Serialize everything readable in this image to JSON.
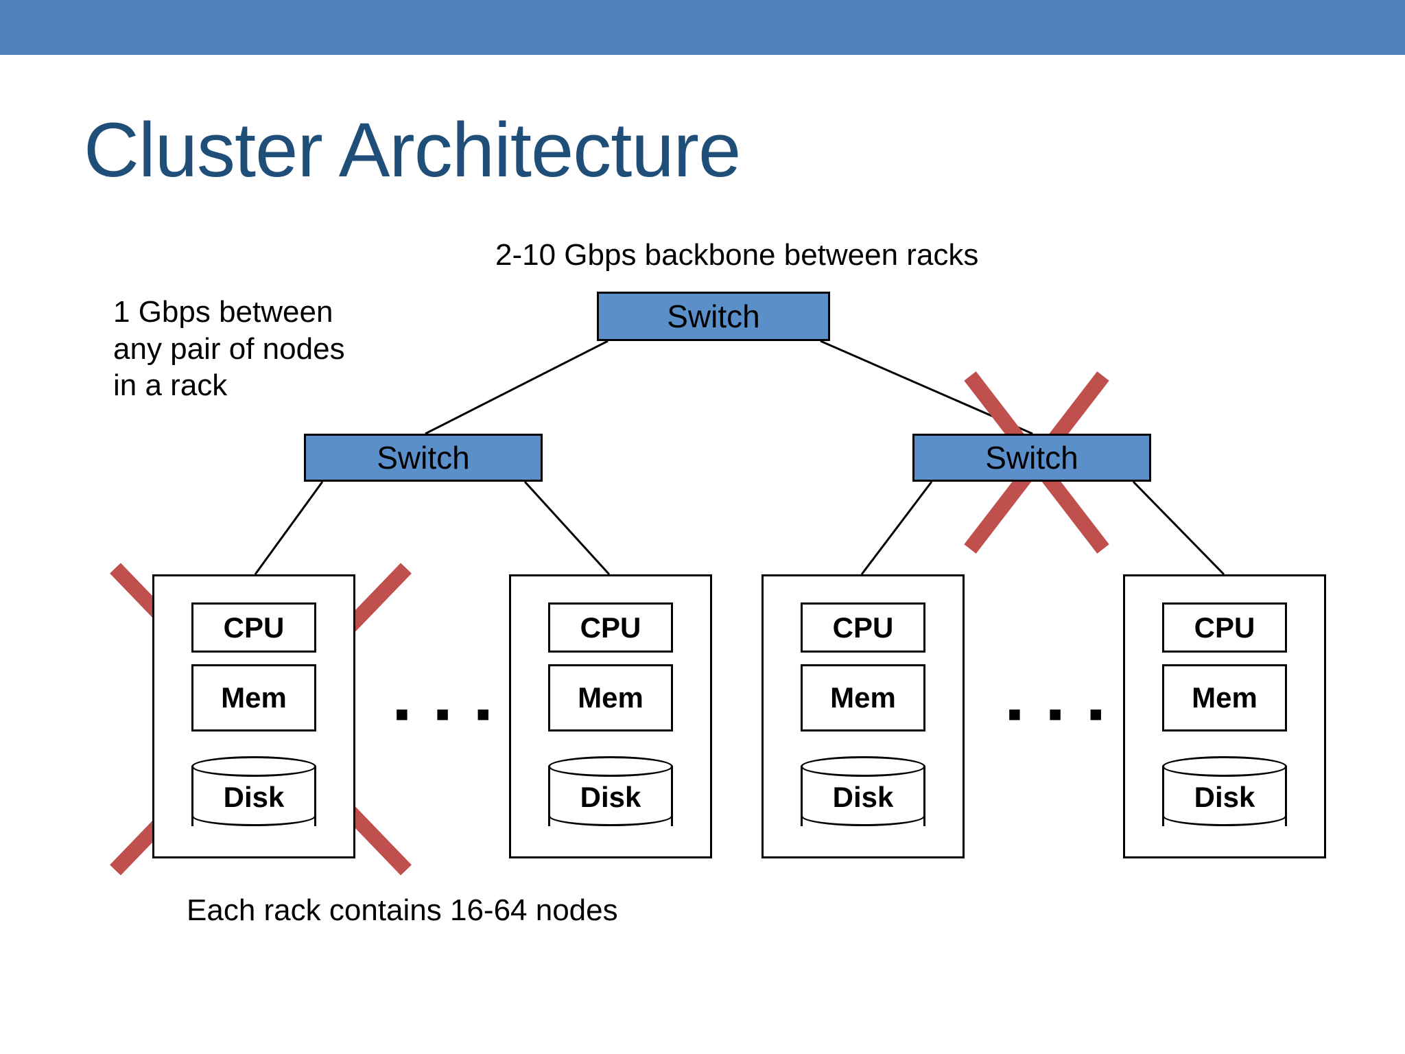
{
  "slide": {
    "title": "Cluster Architecture",
    "header_bar_color": "#4F81BD",
    "title_color": "#1F4E79",
    "background_color": "#FFFFFF"
  },
  "captions": {
    "backbone": "2-10 Gbps backbone between racks",
    "rack_bandwidth": "1 Gbps between\nany pair of nodes\nin a rack",
    "rack_count": "Each rack contains 16-64 nodes"
  },
  "switches": {
    "fill_color": "#5B8FC9",
    "border_color": "#000000",
    "root": {
      "label": "Switch",
      "crossed_out": false
    },
    "rack_1": {
      "label": "Switch",
      "crossed_out": false
    },
    "rack_2": {
      "label": "Switch",
      "crossed_out": true
    }
  },
  "nodes": [
    {
      "id": "node-1",
      "cpu": "CPU",
      "mem": "Mem",
      "disk": "Disk",
      "rack": 1,
      "crossed_out": true
    },
    {
      "id": "node-2",
      "cpu": "CPU",
      "mem": "Mem",
      "disk": "Disk",
      "rack": 1,
      "crossed_out": false
    },
    {
      "id": "node-3",
      "cpu": "CPU",
      "mem": "Mem",
      "disk": "Disk",
      "rack": 2,
      "crossed_out": false
    },
    {
      "id": "node-4",
      "cpu": "CPU",
      "mem": "Mem",
      "disk": "Disk",
      "rack": 2,
      "crossed_out": false
    }
  ],
  "ellipsis": {
    "rack_1": "▪ ▪ ▪",
    "rack_2": "▪ ▪ ▪"
  },
  "cross_marks": {
    "color": "#C0504D",
    "count": 2,
    "targets": [
      "node-1",
      "switch-rack-2"
    ]
  },
  "chart_data": {
    "type": "diagram",
    "title": "Cluster Architecture",
    "nodes_in_tree": [
      {
        "id": "switch-root",
        "label": "Switch",
        "level": 0
      },
      {
        "id": "switch-rack-1",
        "label": "Switch",
        "level": 1
      },
      {
        "id": "switch-rack-2",
        "label": "Switch",
        "level": 1,
        "failed": true
      },
      {
        "id": "node-1",
        "label": "CPU / Mem / Disk",
        "level": 2,
        "failed": true
      },
      {
        "id": "node-2",
        "label": "CPU / Mem / Disk",
        "level": 2
      },
      {
        "id": "node-3",
        "label": "CPU / Mem / Disk",
        "level": 2
      },
      {
        "id": "node-4",
        "label": "CPU / Mem / Disk",
        "level": 2
      }
    ],
    "edges": [
      [
        "switch-root",
        "switch-rack-1"
      ],
      [
        "switch-root",
        "switch-rack-2"
      ],
      [
        "switch-rack-1",
        "node-1"
      ],
      [
        "switch-rack-1",
        "node-2"
      ],
      [
        "switch-rack-2",
        "node-3"
      ],
      [
        "switch-rack-2",
        "node-4"
      ]
    ],
    "annotations": [
      "2-10 Gbps backbone between racks",
      "1 Gbps between any pair of nodes in a rack",
      "Each rack contains 16-64 nodes"
    ]
  }
}
